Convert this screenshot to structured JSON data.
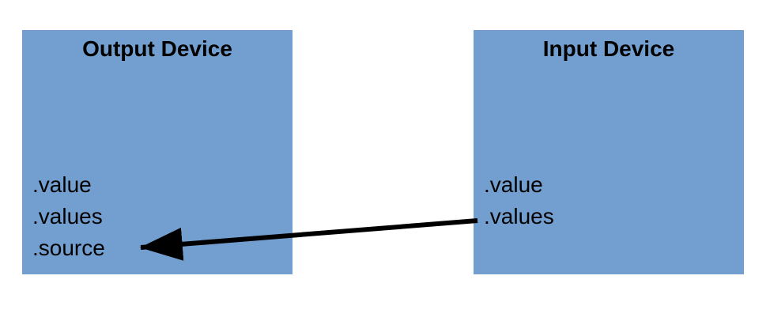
{
  "diagram": {
    "colors": {
      "box_fill": "#729FCF",
      "arrow_color": "#000000",
      "text_color": "#000000",
      "background": "#FFFFFF"
    },
    "output_device": {
      "title": "Output Device",
      "properties": [
        ".value",
        ".values",
        ".source"
      ]
    },
    "input_device": {
      "title": "Input Device",
      "properties": [
        ".value",
        ".values"
      ]
    },
    "arrow": {
      "from": "Input Device .values",
      "to": "Output Device .source"
    }
  }
}
